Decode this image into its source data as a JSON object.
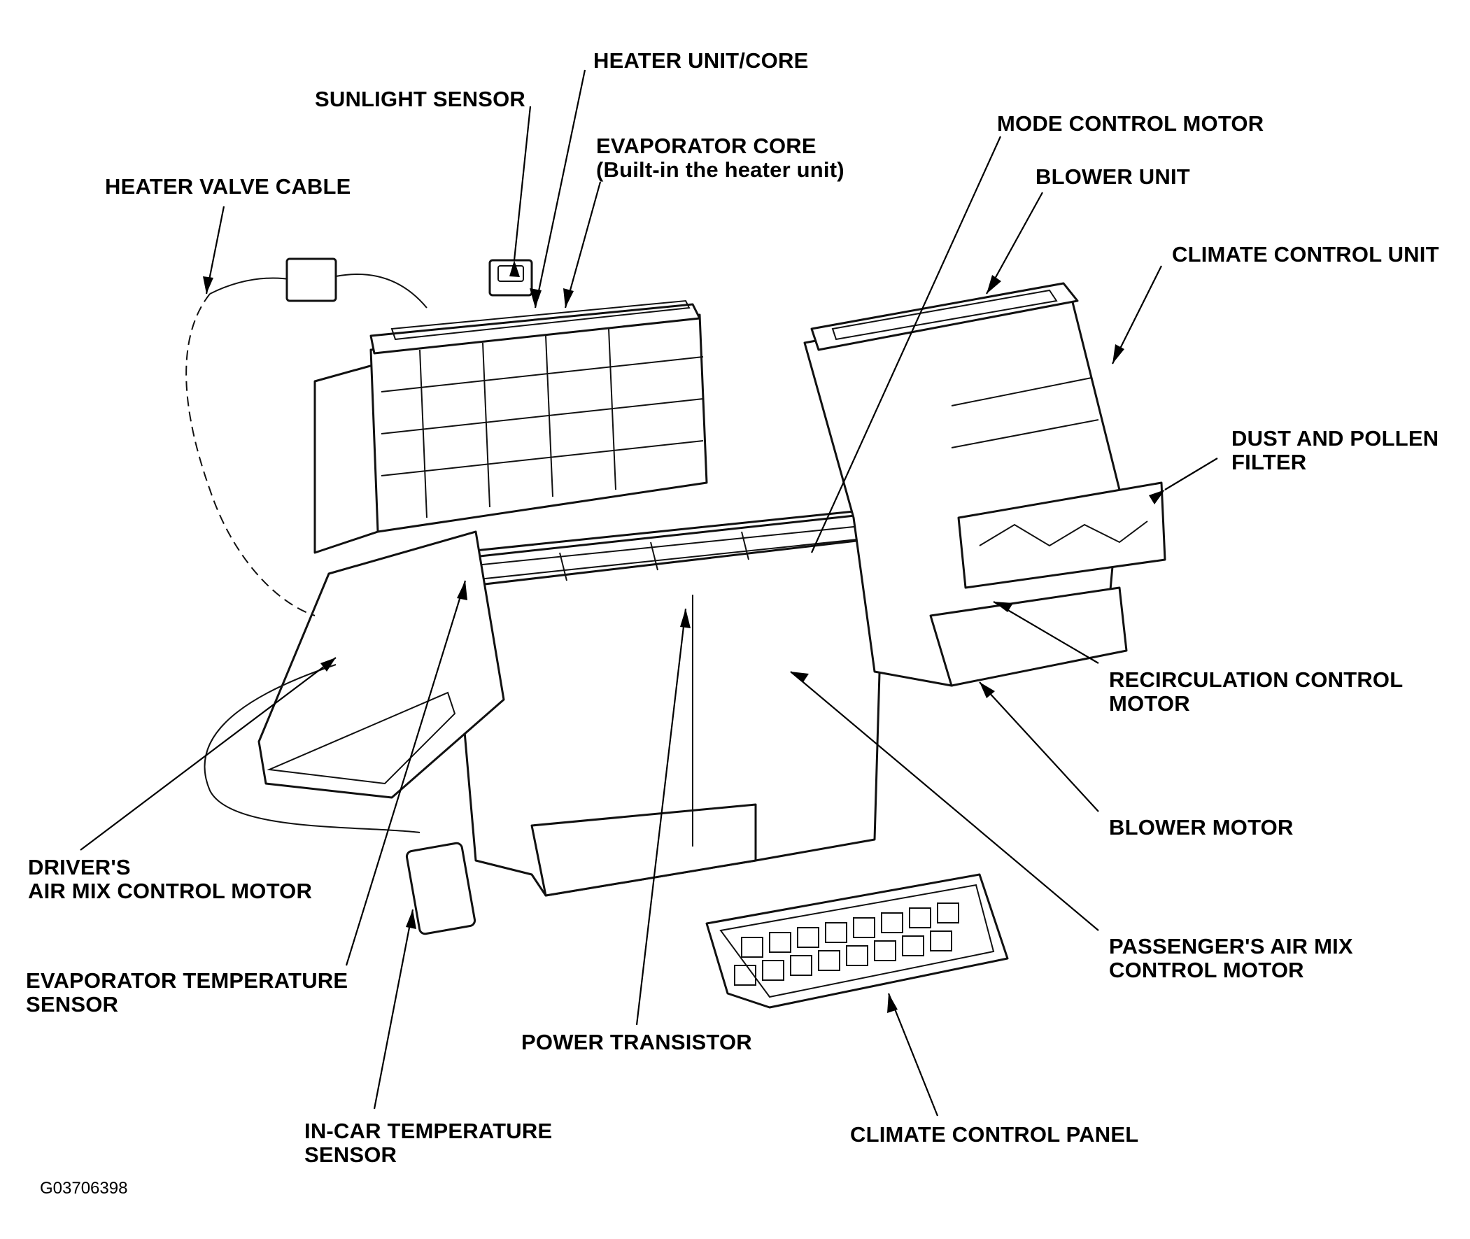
{
  "labels": {
    "heater_unit_core": [
      "HEATER UNIT/CORE"
    ],
    "sunlight_sensor": [
      "SUNLIGHT SENSOR"
    ],
    "evaporator_core": [
      "EVAPORATOR CORE",
      "(Built-in the heater unit)"
    ],
    "heater_valve_cable": [
      "HEATER VALVE CABLE"
    ],
    "mode_control_motor": [
      "MODE CONTROL MOTOR"
    ],
    "blower_unit": [
      "BLOWER UNIT"
    ],
    "climate_control_unit": [
      "CLIMATE CONTROL UNIT"
    ],
    "dust_pollen_filter": [
      "DUST AND POLLEN",
      "FILTER"
    ],
    "recirculation_control_motor": [
      "RECIRCULATION CONTROL",
      "MOTOR"
    ],
    "blower_motor": [
      "BLOWER MOTOR"
    ],
    "passenger_air_mix": [
      "PASSENGER'S AIR MIX",
      "CONTROL MOTOR"
    ],
    "climate_control_panel": [
      "CLIMATE CONTROL PANEL"
    ],
    "drivers_air_mix": [
      "DRIVER'S",
      "AIR MIX CONTROL MOTOR"
    ],
    "evaporator_temp_sensor": [
      "EVAPORATOR TEMPERATURE",
      "SENSOR"
    ],
    "power_transistor": [
      "POWER TRANSISTOR"
    ],
    "in_car_temp_sensor": [
      "IN-CAR TEMPERATURE",
      "SENSOR"
    ]
  },
  "figure_code": "G03706398"
}
